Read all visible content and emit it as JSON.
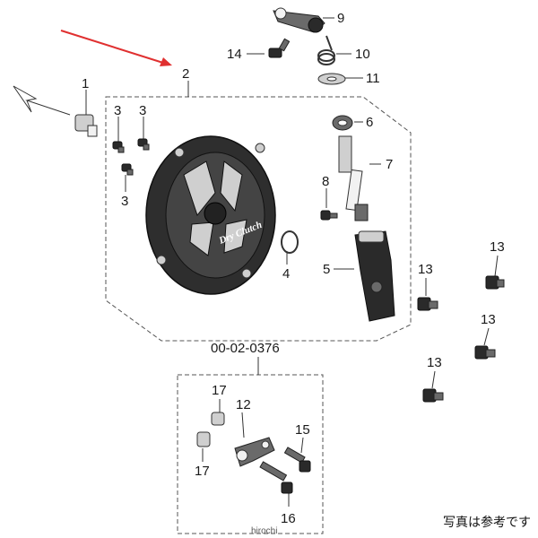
{
  "callouts": {
    "p1": "1",
    "p2": "2",
    "p3a": "3",
    "p3b": "3",
    "p3c": "3",
    "p4": "4",
    "p5": "5",
    "p6": "6",
    "p7": "7",
    "p8": "8",
    "p9": "9",
    "p10": "10",
    "p11": "11",
    "p12": "12",
    "p13a": "13",
    "p13b": "13",
    "p13c": "13",
    "p13d": "13",
    "p14": "14",
    "p15": "15",
    "p16": "16",
    "p17a": "17",
    "p17b": "17"
  },
  "subassembly_code": "00-02-0376",
  "cover_logo": "Dry Clutch",
  "caption": "写真は参考です",
  "watermark": "hirochi",
  "colors": {
    "arrow": "#e03030",
    "ink": "#1a1a1a"
  }
}
